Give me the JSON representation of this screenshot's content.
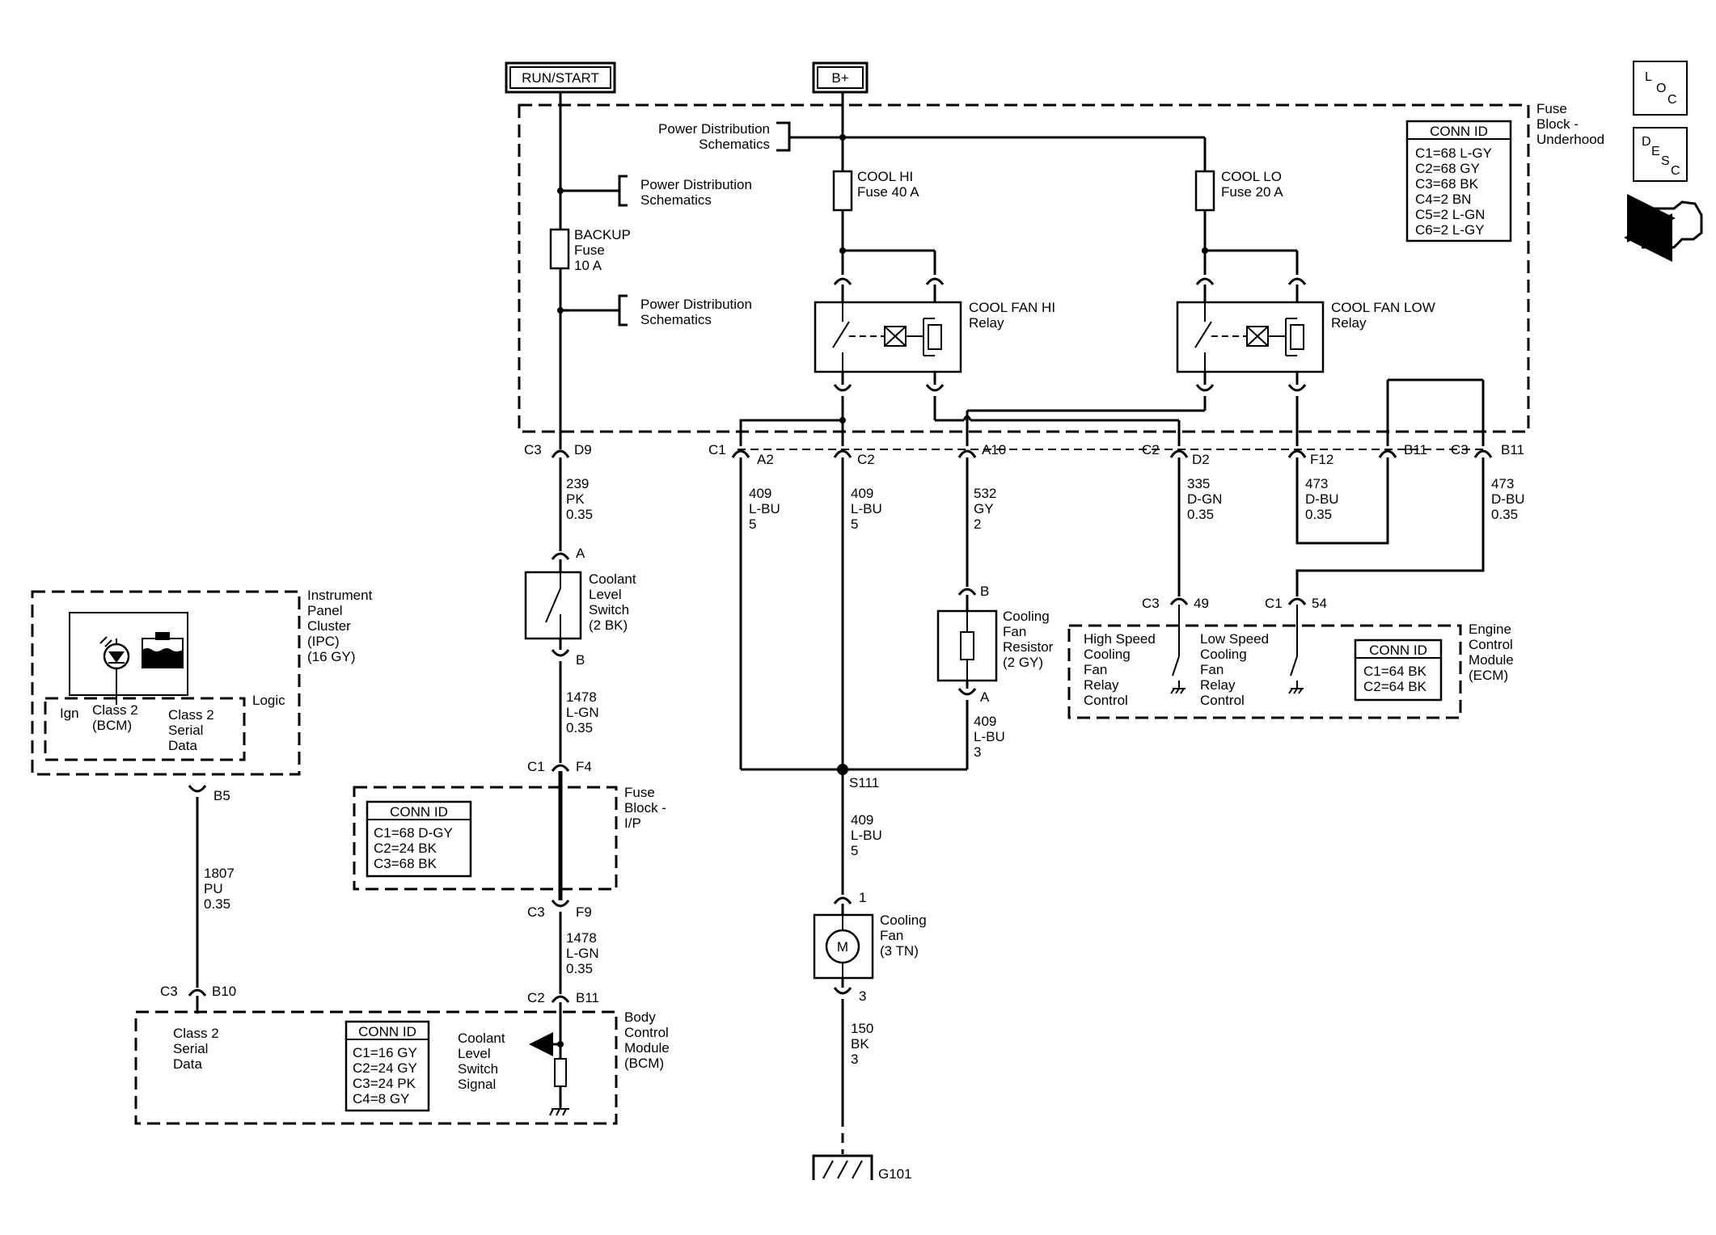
{
  "terminals": {
    "run_start": "RUN/START",
    "bplus": "B+"
  },
  "icons": {
    "loc": [
      "L",
      "O",
      "C"
    ],
    "desc": [
      "D",
      "E",
      "S",
      "C"
    ]
  },
  "fuse_block_underhood": {
    "title": [
      "Fuse",
      "Block -",
      "Underhood"
    ],
    "conn_id_header": "CONN ID",
    "conn_ids": [
      "C1=68 L-GY",
      "C2=68 GY",
      "C3=68 BK",
      "C4=2 BN",
      "C5=2 L-GN",
      "C6=2 L-GY"
    ],
    "pds_top": [
      "Power Distribution",
      "Schematics"
    ],
    "pds_mid": [
      "Power Distribution",
      "Schematics"
    ],
    "pds_low": [
      "Power Distribution",
      "Schematics"
    ],
    "backup_fuse": [
      "BACKUP",
      "Fuse",
      "10 A"
    ],
    "cool_hi_fuse": [
      "COOL HI",
      "Fuse 40 A"
    ],
    "cool_lo_fuse": [
      "COOL LO",
      "Fuse 20 A"
    ],
    "hi_relay": [
      "COOL FAN HI",
      "Relay"
    ],
    "lo_relay": [
      "COOL FAN LOW",
      "Relay"
    ]
  },
  "pins": {
    "c3_d9": [
      "C3",
      "D9"
    ],
    "c1": "C1",
    "a2": "A2",
    "c2_mid": "C2",
    "a10": "A10",
    "c2_d2": [
      "C2",
      "D2"
    ],
    "f12": "F12",
    "b11_a": "B11",
    "c3_b11": [
      "C3",
      "B11"
    ],
    "pin_a_switch": "A",
    "pin_b_switch": "B",
    "c1_f4": [
      "C1",
      "F4"
    ],
    "c3_f9": [
      "C3",
      "F9"
    ],
    "c2_b11": [
      "C2",
      "B11"
    ],
    "res_b": "B",
    "res_a": "A",
    "s111": "S111",
    "fan_1": "1",
    "fan_3": "3",
    "c3_49": [
      "C3",
      "49"
    ],
    "c1_54": [
      "C1",
      "54"
    ],
    "b5": "B5",
    "c3_b10": [
      "C3",
      "B10"
    ],
    "g101": "G101"
  },
  "wires": {
    "w239": [
      "239",
      "PK",
      "0.35"
    ],
    "w409_a2": [
      "409",
      "L-BU",
      "5"
    ],
    "w409_c2": [
      "409",
      "L-BU",
      "5"
    ],
    "w532": [
      "532",
      "GY",
      "2"
    ],
    "w335": [
      "335",
      "D-GN",
      "0.35"
    ],
    "w473_f12": [
      "473",
      "D-BU",
      "0.35"
    ],
    "w473_b11": [
      "473",
      "D-BU",
      "0.35"
    ],
    "w1478_a": [
      "1478",
      "L-GN",
      "0.35"
    ],
    "w1478_b": [
      "1478",
      "L-GN",
      "0.35"
    ],
    "w409_res": [
      "409",
      "L-BU",
      "3"
    ],
    "w409_s111": [
      "409",
      "L-BU",
      "5"
    ],
    "w150": [
      "150",
      "BK",
      "3"
    ],
    "w1807": [
      "1807",
      "PU",
      "0.35"
    ]
  },
  "components": {
    "coolant_switch": [
      "Coolant",
      "Level",
      "Switch",
      "(2 BK)"
    ],
    "resistor": [
      "Cooling",
      "Fan",
      "Resistor",
      "(2 GY)"
    ],
    "fan": [
      "Cooling",
      "Fan",
      "(3 TN)"
    ],
    "motor_symbol": "M"
  },
  "fuse_block_ip": {
    "title": [
      "Fuse",
      "Block -",
      "I/P"
    ],
    "conn_id_header": "CONN ID",
    "conn_ids": [
      "C1=68 D-GY",
      "C2=24 BK",
      "C3=68 BK"
    ]
  },
  "ipc": {
    "title": [
      "Instrument",
      "Panel",
      "Cluster",
      "(IPC)",
      "(16 GY)"
    ],
    "logic": "Logic",
    "ign": "Ign",
    "class2_bcm": [
      "Class 2",
      "(BCM)"
    ],
    "class2_serial": [
      "Class 2",
      "Serial",
      "Data"
    ]
  },
  "bcm": {
    "title": [
      "Body",
      "Control",
      "Module",
      "(BCM)"
    ],
    "class2_serial": [
      "Class 2",
      "Serial",
      "Data"
    ],
    "conn_id_header": "CONN ID",
    "conn_ids": [
      "C1=16 GY",
      "C2=24 GY",
      "C3=24 PK",
      "C4=8 GY"
    ],
    "coolant_signal": [
      "Coolant",
      "Level",
      "Switch",
      "Signal"
    ]
  },
  "ecm": {
    "title": [
      "Engine",
      "Control",
      "Module",
      "(ECM)"
    ],
    "high_speed": [
      "High Speed",
      "Cooling",
      "Fan",
      "Relay",
      "Control"
    ],
    "low_speed": [
      "Low Speed",
      "Cooling",
      "Fan",
      "Relay",
      "Control"
    ],
    "conn_id_header": "CONN ID",
    "conn_ids": [
      "C1=64 BK",
      "C2=64 BK"
    ]
  }
}
